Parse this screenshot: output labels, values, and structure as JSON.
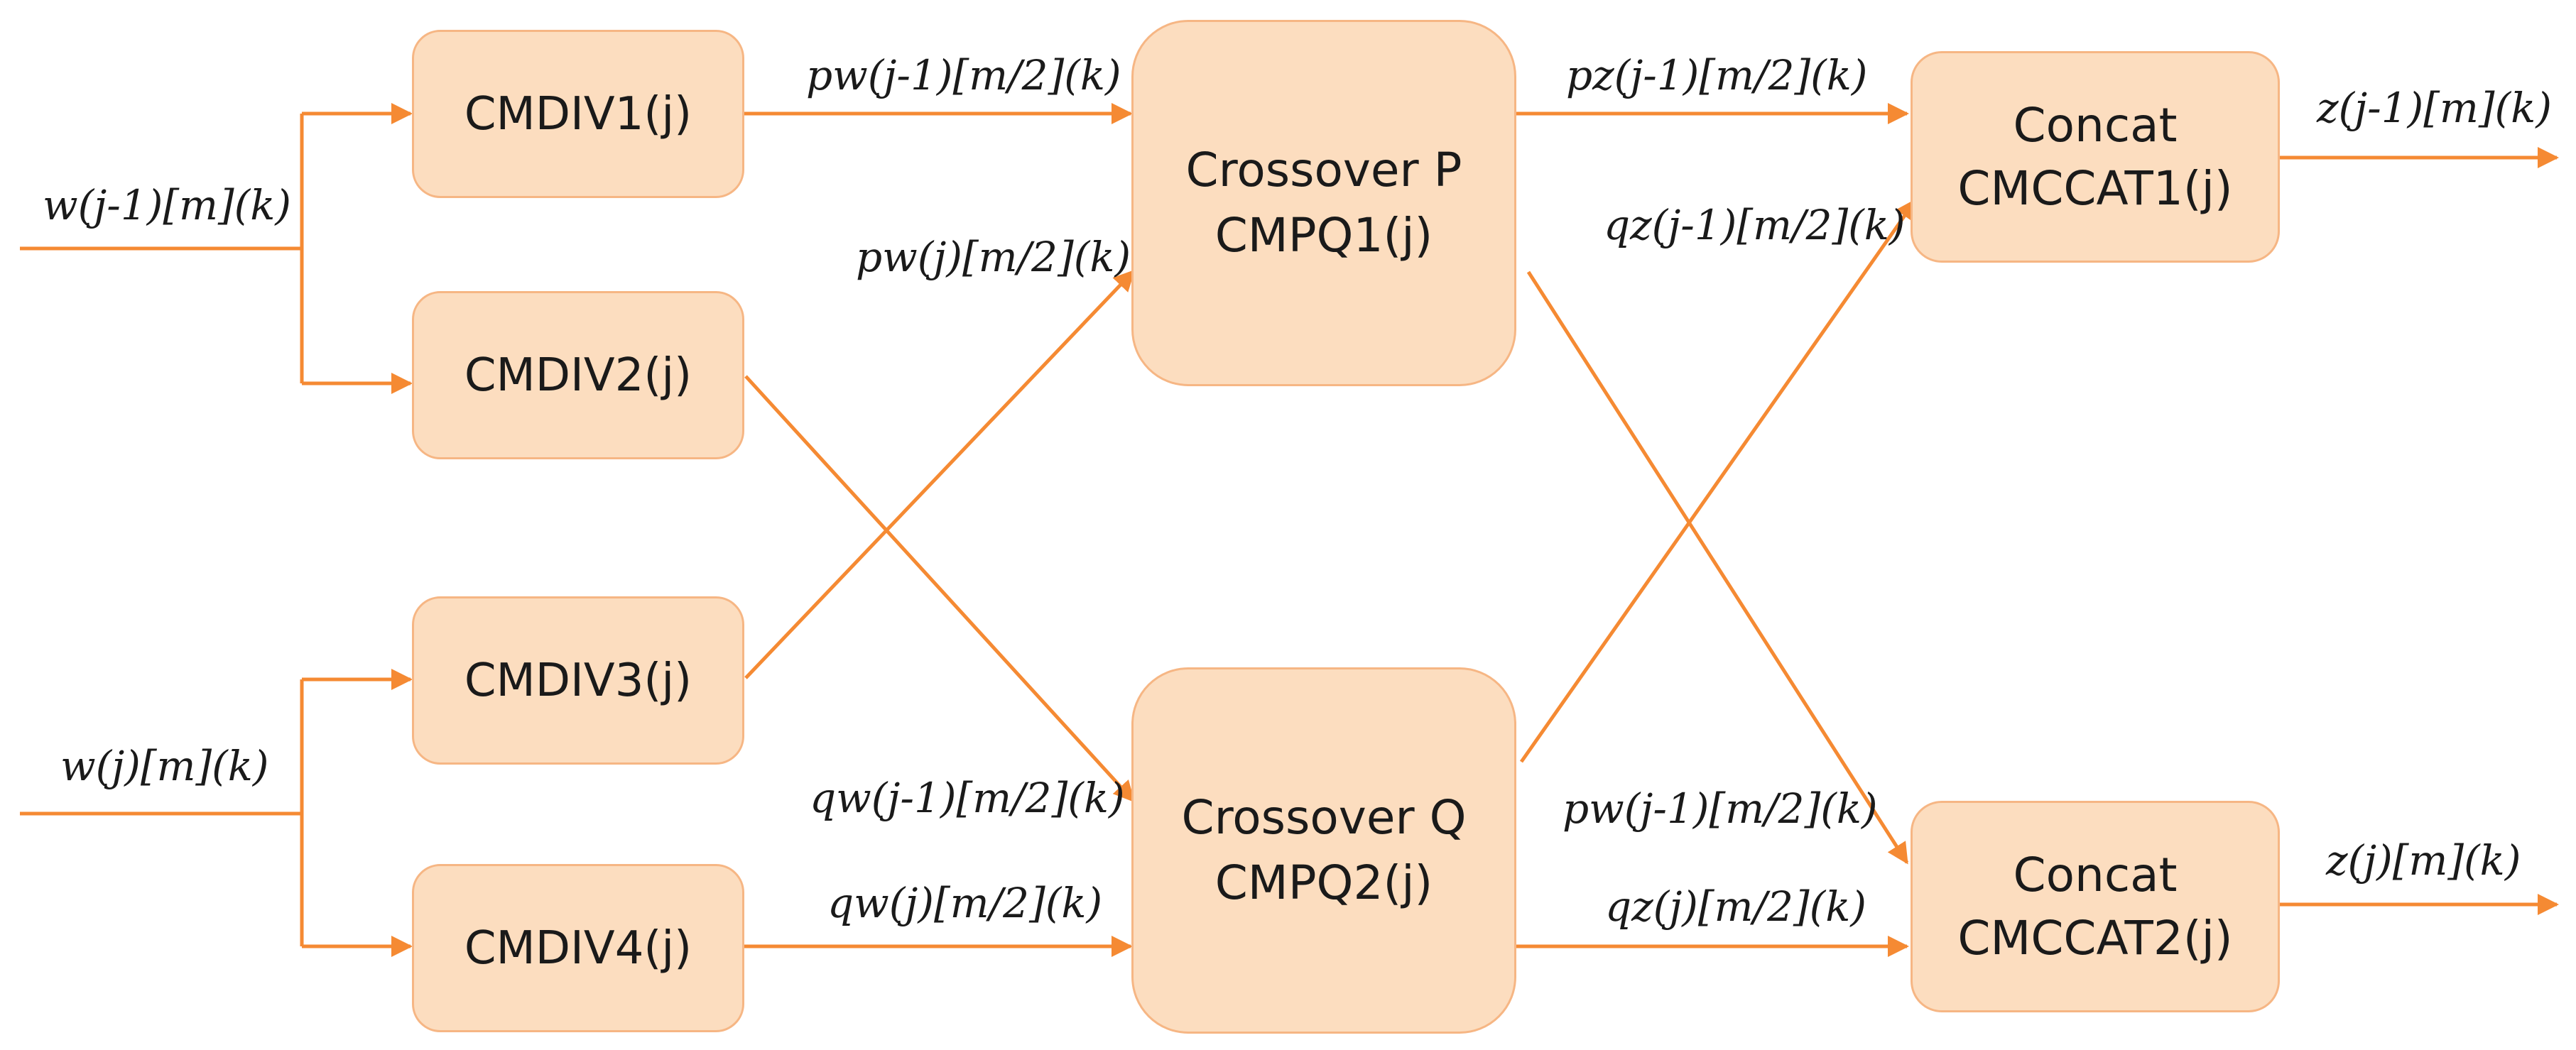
{
  "colors": {
    "line": "#F58A33",
    "box_fill": "#FCDDBF",
    "box_border": "#F6B684",
    "text": "#1a1a1a"
  },
  "blocks": {
    "div1": "CMDIV1(j)",
    "div2": "CMDIV2(j)",
    "div3": "CMDIV3(j)",
    "div4": "CMDIV4(j)",
    "cross_p": {
      "line1": "Crossover P",
      "line2": "CMPQ1(j)"
    },
    "cross_q": {
      "line1": "Crossover Q",
      "line2": "CMPQ2(j)"
    },
    "cat1": {
      "line1": "Concat",
      "line2": "CMCCAT1(j)"
    },
    "cat2": {
      "line1": "Concat",
      "line2": "CMCCAT2(j)"
    }
  },
  "labels": {
    "in1": "w(j-1)[m](k)",
    "in2": "w(j)[m](k)",
    "pw_prev": "pw(j-1)[m/2](k)",
    "pw_cur": "pw(j)[m/2](k)",
    "qw_prev": "qw(j-1)[m/2](k)",
    "qw_cur": "qw(j)[m/2](k)",
    "pz_prev": "pz(j-1)[m/2](k)",
    "qz_prev": "qz(j-1)[m/2](k)",
    "pw_prev_right": "pw(j-1)[m/2](k)",
    "qz_cur": "qz(j)[m/2](k)",
    "out1": "z(j-1)[m](k)",
    "out2": "z(j)[m](k)"
  }
}
